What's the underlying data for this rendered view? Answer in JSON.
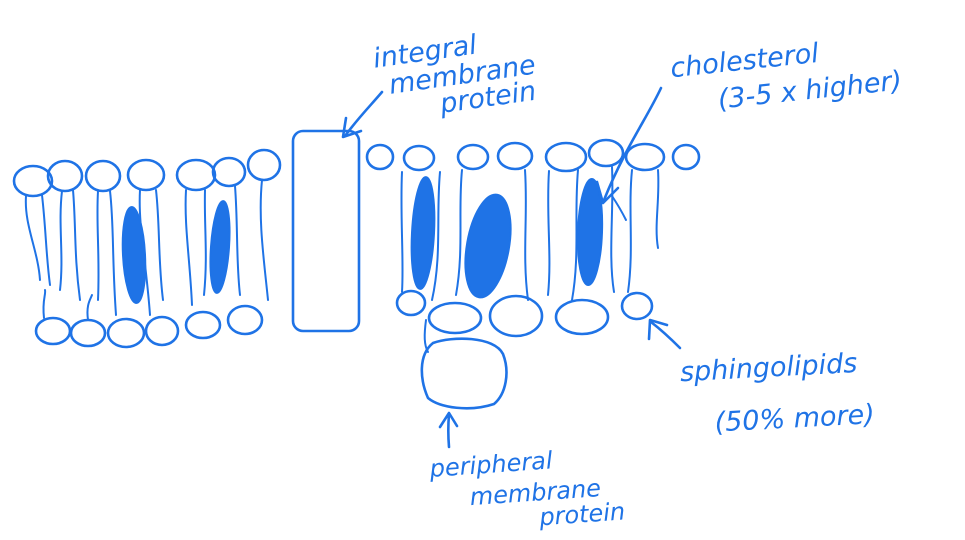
{
  "labels": {
    "integral": [
      "integral",
      "membrane",
      "protein"
    ],
    "cholesterol": [
      "cholesterol",
      "(3-5 x higher)"
    ],
    "sphingolipids": [
      "sphingolipids",
      "(50% more)"
    ],
    "peripheral": [
      "peripheral",
      "membrane",
      "protein"
    ]
  },
  "ink_color": "#1f73e6"
}
